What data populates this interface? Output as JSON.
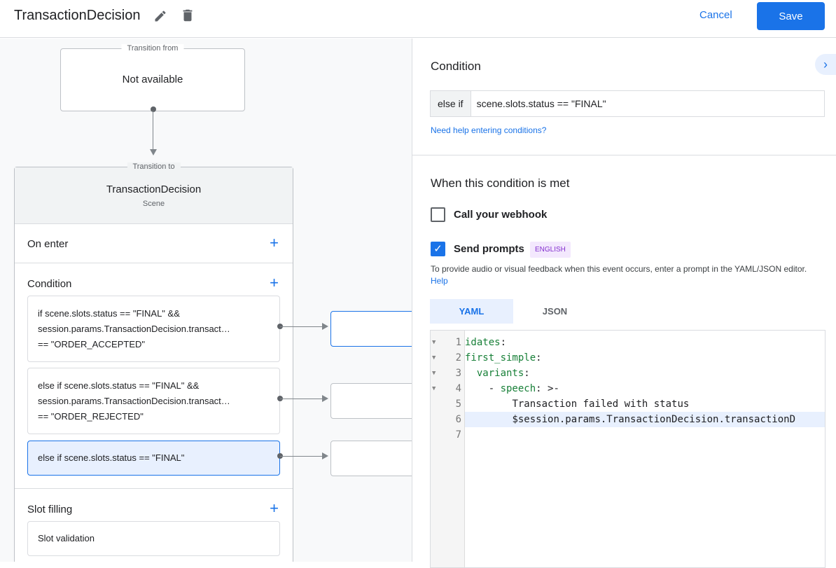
{
  "header": {
    "title": "TransactionDecision",
    "cancel_label": "Cancel",
    "save_label": "Save",
    "accent": "#1a73e8"
  },
  "canvas": {
    "transition_from": {
      "legend": "Transition from",
      "value": "Not available"
    },
    "transition_to": {
      "legend": "Transition to",
      "scene_name": "TransactionDecision",
      "scene_type": "Scene"
    },
    "on_enter": "On enter",
    "condition": "Condition",
    "conditions": [
      {
        "lines": [
          "if scene.slots.status == \"FINAL\" &&",
          "session.params.TransactionDecision.transact…",
          "== \"ORDER_ACCEPTED\""
        ]
      },
      {
        "lines": [
          "else if scene.slots.status == \"FINAL\" &&",
          "session.params.TransactionDecision.transact…",
          "== \"ORDER_REJECTED\""
        ]
      },
      {
        "lines": [
          "else if scene.slots.status == \"FINAL\""
        ],
        "selected": true
      }
    ],
    "slot_filling": "Slot filling",
    "slot_validation": "Slot validation"
  },
  "panel": {
    "condition_title": "Condition",
    "condition_prefix": "else if",
    "condition_value": "scene.slots.status == \"FINAL\"",
    "help_link": "Need help entering conditions?",
    "met_title": "When this condition is met",
    "webhook_label": "Call your webhook",
    "webhook_checked": false,
    "prompts_label": "Send prompts",
    "prompts_checked": true,
    "language_badge": "ENGLISH",
    "prompt_desc": "To provide audio or visual feedback when this event occurs, enter a prompt in the YAML/JSON editor.",
    "prompt_help": "Help",
    "tabs": [
      "YAML",
      "JSON"
    ],
    "active_tab": "YAML",
    "code_lines": [
      {
        "n": "1",
        "fold": true,
        "key": "idates",
        "rest": ":"
      },
      {
        "n": "2",
        "fold": true,
        "key": "first_simple",
        "rest": ":"
      },
      {
        "n": "3",
        "fold": true,
        "indent": "  ",
        "key": "variants",
        "rest": ":"
      },
      {
        "n": "4",
        "fold": true,
        "indent": "    - ",
        "key": "speech",
        "rest": ": >-"
      },
      {
        "n": "5",
        "indent": "        ",
        "text": "Transaction failed with status"
      },
      {
        "n": "6",
        "indent": "        ",
        "text": "$session.params.TransactionDecision.transactionD",
        "highlight": true
      },
      {
        "n": "7",
        "text": ""
      }
    ]
  }
}
